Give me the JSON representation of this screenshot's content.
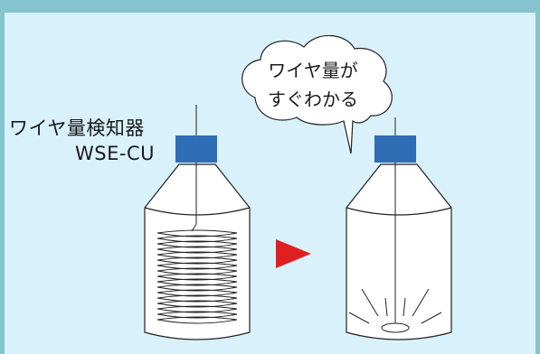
{
  "detector_label": {
    "name_jp": "ワイヤ量検知器",
    "model": "WSE-CU"
  },
  "speech_bubble": {
    "line1": "ワイヤ量が",
    "line2": "すぐわかる"
  },
  "colors": {
    "frame": "#85c4cf",
    "panel": "#d9f1fb",
    "sensor": "#2f6db5",
    "arrow": "#e02020"
  }
}
